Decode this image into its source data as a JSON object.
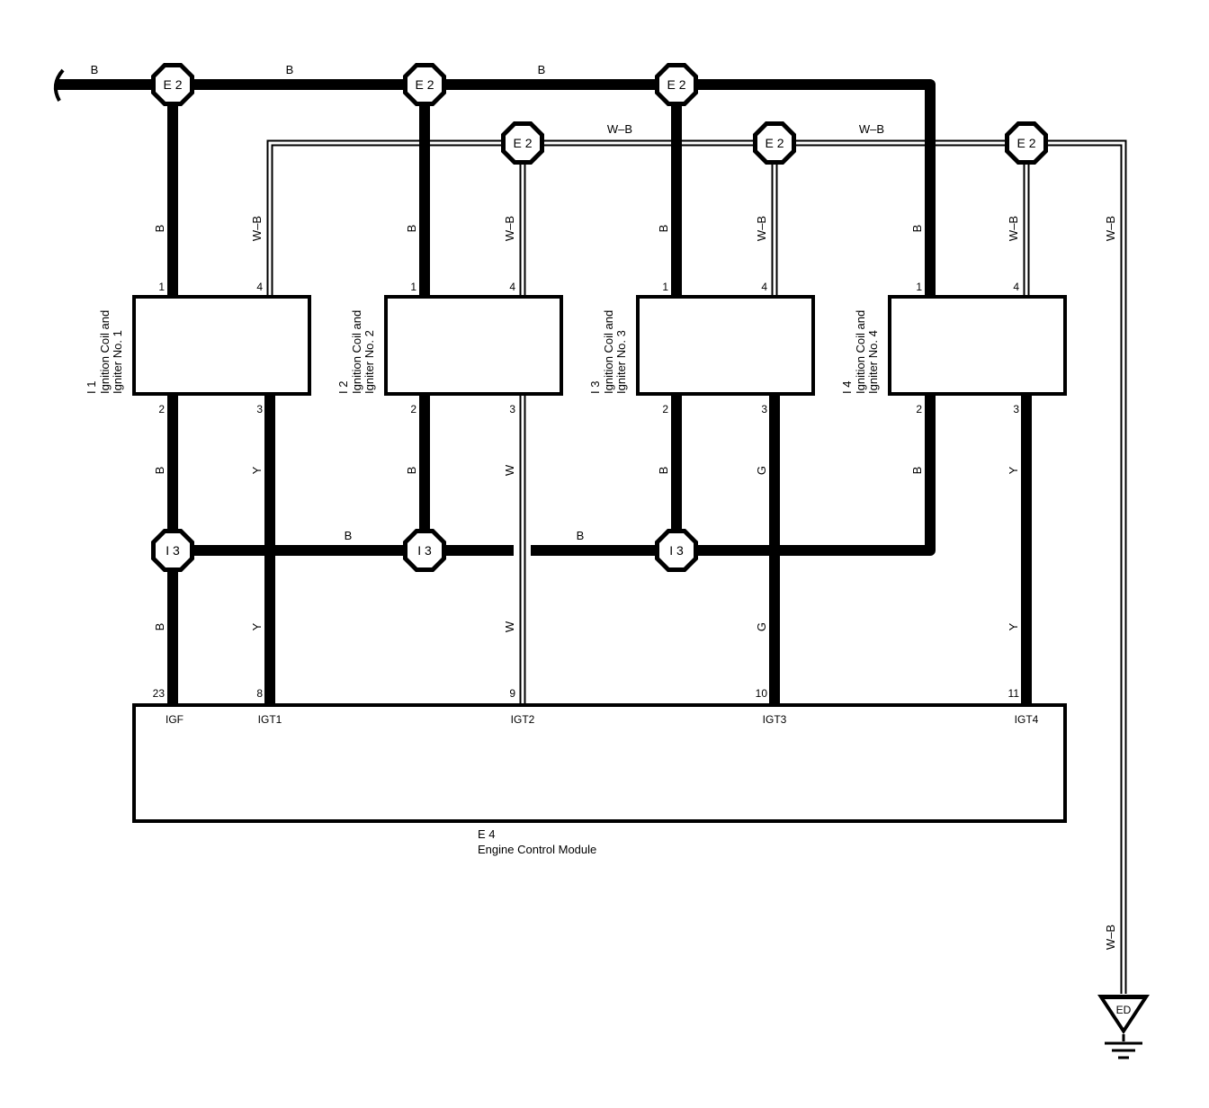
{
  "wire_colors": {
    "black": "B",
    "white_black": "W–B",
    "yellow": "Y",
    "white": "W",
    "green": "G"
  },
  "connectors": {
    "e2": "E 2",
    "i3": "I 3",
    "ed": "ED"
  },
  "coils": [
    {
      "id": "I 1",
      "line1": "Ignition Coil and",
      "line2": "Igniter No. 1",
      "pin1": "1",
      "pin4": "4",
      "pin2": "2",
      "pin3": "3",
      "wire3": "Y"
    },
    {
      "id": "I 2",
      "line1": "Ignition Coil and",
      "line2": "Igniter No. 2",
      "pin1": "1",
      "pin4": "4",
      "pin2": "2",
      "pin3": "3",
      "wire3": "W"
    },
    {
      "id": "I 3",
      "line1": "Ignition Coil and",
      "line2": "Igniter No. 3",
      "pin1": "1",
      "pin4": "4",
      "pin2": "2",
      "pin3": "3",
      "wire3": "G"
    },
    {
      "id": "I 4",
      "line1": "Ignition Coil and",
      "line2": "Igniter No. 4",
      "pin1": "1",
      "pin4": "4",
      "pin2": "2",
      "pin3": "3",
      "wire3": "Y"
    }
  ],
  "ecm": {
    "id": "E 4",
    "name": "Engine Control Module",
    "terminals": [
      {
        "pin": "23",
        "name": "IGF"
      },
      {
        "pin": "8",
        "name": "IGT1"
      },
      {
        "pin": "9",
        "name": "IGT2"
      },
      {
        "pin": "10",
        "name": "IGT3"
      },
      {
        "pin": "11",
        "name": "IGT4"
      }
    ]
  }
}
